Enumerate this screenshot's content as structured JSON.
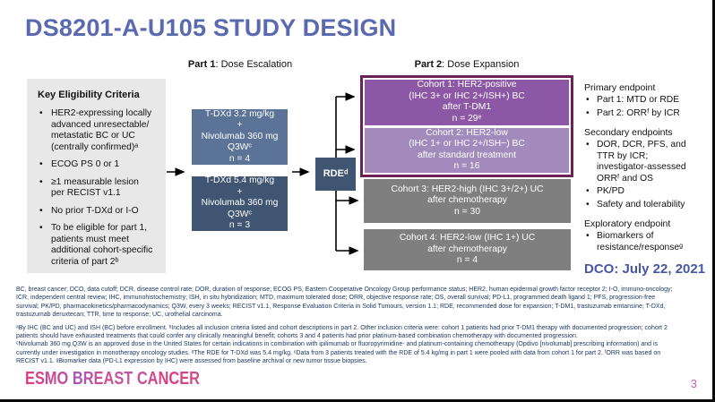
{
  "title": "DS8201-A-U105 STUDY DESIGN",
  "eligibility": {
    "title": "Key Eligibility Criteria",
    "items": [
      "HER2-expressing locally\nadvanced unresectable/\nmetastatic BC or UC\n(centrally confirmed)ᵃ",
      "ECOG PS 0 or 1",
      "≥1 measurable lesion\nper RECIST v1.1",
      "No prior T-DXd or I-O",
      "To be eligible for part 1,\npatients must meet\nadditional cohort-specific\ncriteria of part 2ᵇ"
    ]
  },
  "part1": {
    "label_bold": "Part 1",
    "label_rest": ": Dose Escalation",
    "box1": "T-DXd 3.2 mg/kg\n+\nNivolumab 360 mg\nQ3Wᶜ\nn = 4",
    "box2": "T-DXd 5.4 mg/kg\n+\nNivolumab 360 mg\nQ3Wᶜ\nn = 3",
    "rde": "RDEᵈ"
  },
  "part2": {
    "label_bold": "Part 2",
    "label_rest": ": Dose Expansion",
    "cohort1": "Cohort 1: HER2-positive\n(IHC 3+ or IHC 2+/ISH+) BC\nafter T-DM1\nn = 29ᵉ",
    "cohort2": "Cohort 2: HER2-low\n(IHC 1+ or IHC 2+/ISH−) BC\nafter standard treatment\nn = 16",
    "cohort3": "Cohort 3: HER2-high (IHC 3+/2+) UC\nafter chemotherapy\nn = 30",
    "cohort4": "Cohort 4: HER2-low (IHC 1+) UC\nafter chemotherapy\nn = 4"
  },
  "endpoints": {
    "primary": {
      "heading": "Primary endpoint",
      "items": [
        "Part 1: MTD or RDE",
        "Part 2: ORRᶠ by ICR"
      ]
    },
    "secondary": {
      "heading": "Secondary endpoints",
      "items": [
        "DOR, DCR, PFS, and\nTTR by ICR;\ninvestigator-assessed\nORRᶠ and OS",
        "PK/PD",
        "Safety and tolerability"
      ]
    },
    "exploratory": {
      "heading": "Exploratory endpoint",
      "items": [
        "Biomarkers of\nresistance/responseᵍ"
      ]
    },
    "dco": "DCO: July 22, 2021"
  },
  "footnotes": {
    "abbreviations": [
      "BC, breast cancer; DCO, data cutoff; DCR, disease control rate; DOR, duration of response; ECOG PS, Eastern Cooperative Oncology Group performance status; HER2, human epidermal growth factor receptor 2; I-O, immuno-oncology;",
      "ICR, independent central review; IHC, immunohistochemistry; ISH, in situ hybridization; MTD, maximum tolerated dose; ORR, objective response rate; OS, overall survival; PD-L1, programmed death ligand 1; PFS, progression-free",
      "survival; PK/PD, pharmacokinetics/pharmacodynamics; Q3W, every 3 weeks; RECIST v1.1, Response Evaluation Criteria in Solid Tumours, version 1.1; RDE, recommended dose for expansion; T-DM1, trastuzumab emtansine; T-DXd,",
      "trastuzumab deruxtecan; TTR, time to response; UC, urothelial carcinoma."
    ],
    "notes": [
      "ᵃBy IHC (BC and UC) and ISH (BC) before enrollment. ᵇIncludes all inclusion criteria listed and cohort descriptions in part 2. Other inclusion criteria were: cohort 1 patients had prior T-DM1 therapy with documented progression; cohort 2",
      "patients should have exhausted treatments that could confer any clinically meaningful benefit; cohorts 3 and 4 patients had prior platinum-based combination chemotherapy with documented progression.",
      "ᶜNivolumab 360 mg Q3W is an approved dose in the United States for certain indications in combination with ipilimumab or fluoropyrimidine- and platinum-containing chemotherapy (Opdivo [nivolumab] prescribing information) and is",
      "currently under investigation in monotherapy oncology studies. ᵈThe RDE for T-DXd was 5.4 mg/kg. ᵉData from 3 patients treated with the RDE of 5.4 kg/mg in part 1 were pooled with data from cohort 1 for part 2. ᶠORR was based on",
      "RECIST v1.1. ᵍBiomarker data (PD-L1 expression by IHC) were assessed from baseline archival or new tumor tissue biopsies."
    ]
  },
  "footer": {
    "logo": "ESMO BREAST CANCER",
    "page": "3"
  },
  "colors": {
    "title_blue": "#5B6AAE",
    "dose_box_light": "#5B7397",
    "dose_box_dark": "#3F5571",
    "cohort1_purple": "#8C57A4",
    "cohort2_purple": "#A28BBC",
    "cohort_frame_border": "#6C2159",
    "cohort_gray": "#7F7F7F",
    "dco_blue": "#4657A7",
    "footnote_navy": "#1F3864",
    "logo_pink": "#D6437F",
    "page_pink": "#C062B0"
  }
}
